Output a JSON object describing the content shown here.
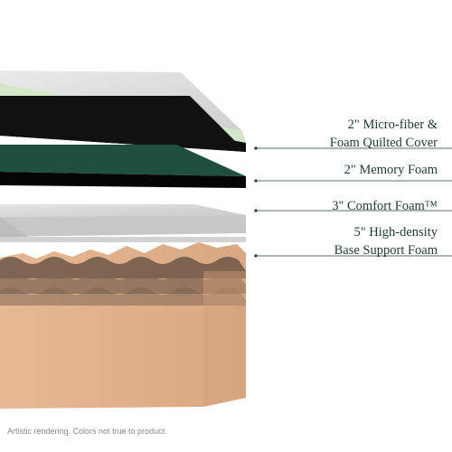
{
  "layers": [
    {
      "id": "cover",
      "lines": [
        "2\" Micro-fiber &",
        "Foam Quilted Cover"
      ]
    },
    {
      "id": "memory",
      "lines": [
        "2\" Memory Foam"
      ]
    },
    {
      "id": "comfort",
      "lines": [
        "3\" Comfort Foam™"
      ]
    },
    {
      "id": "base",
      "lines": [
        "5\" High-density",
        "Base Support Foam"
      ]
    }
  ],
  "footnote": "Artistic rendering. Colors not true to product.",
  "colors": {
    "cover_top": "#dcdcdc",
    "cover_green": "#d4e8c8",
    "cover_black": "#0b0b0b",
    "memory_green": "#1f4f3d",
    "memory_black": "#050505",
    "comfort_gray": "#d8d8d8",
    "base_tan": "#e2b692",
    "base_shadow": "#6e5748",
    "label_text": "#1f3a33",
    "leader": "#1f3a33"
  }
}
